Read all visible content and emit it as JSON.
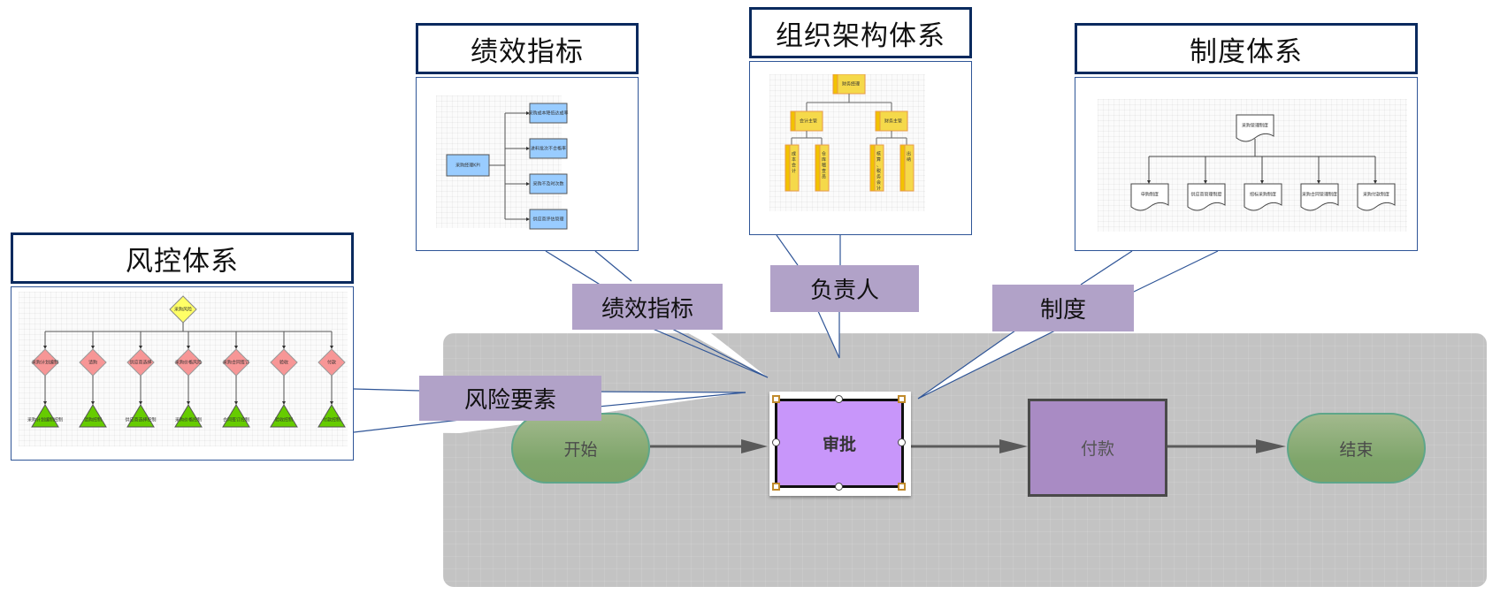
{
  "panels": {
    "risk": {
      "title": "风控体系",
      "root": "采购风险",
      "risks": [
        "采购计划编制",
        "请购",
        "供应商选择",
        "采购价格风险",
        "采购合同签订",
        "验收",
        "付款"
      ],
      "controls": [
        "采购计划编制控制",
        "请购控制",
        "供应商选择控制",
        "采购价格控制",
        "合同签订控制",
        "验收控制",
        "付款控制"
      ]
    },
    "kpi": {
      "title": "绩效指标",
      "root": "采购经理KPI",
      "items": [
        "采购成本降低达成率",
        "进料批次不合格率",
        "采购不及时次数",
        "供应商评估管理"
      ]
    },
    "org": {
      "title": "组织架构体系",
      "root": "财务经理",
      "managers": [
        "会计主管",
        "财务主管"
      ],
      "staff": [
        "成本会计",
        "仓库稽查员",
        "核算、税务会计",
        "出纳"
      ]
    },
    "policy": {
      "title": "制度体系",
      "root": "采购管理制度",
      "items": [
        "申购制度",
        "供应商管理制度",
        "招标采购制度",
        "采购合同管理制度",
        "采购付款制度"
      ]
    }
  },
  "callouts": {
    "kpi": "绩效指标",
    "owner": "负责人",
    "policy": "制度",
    "risk": "风险要素"
  },
  "flow": {
    "start": "开始",
    "approve": "审批",
    "pay": "付款",
    "end": "结束"
  },
  "colors": {
    "title_border": "#0a2a5e",
    "body_border": "#2f5597",
    "callout_fill": "#b1a2c8",
    "approve_fill": "#c896fa",
    "pay_fill": "#a98bc4",
    "terminal_fill": "#8aab74",
    "canvas": "#c3c3c3"
  }
}
